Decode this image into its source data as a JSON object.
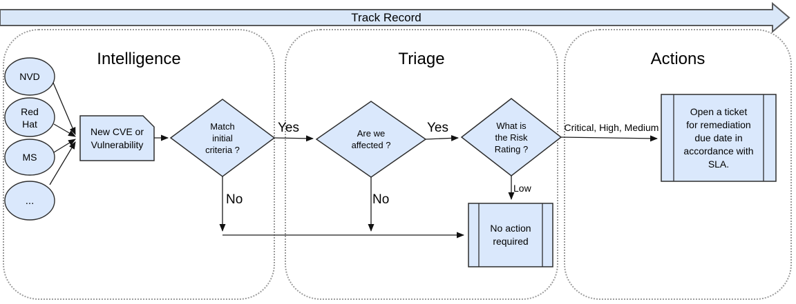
{
  "banner": {
    "label": "Track Record"
  },
  "sections": {
    "intelligence": "Intelligence",
    "triage": "Triage",
    "actions": "Actions"
  },
  "sources": {
    "nvd": "NVD",
    "redhat": "Red\nHat",
    "ms": "MS",
    "more": "..."
  },
  "nodes": {
    "new_cve": "New CVE or\nVulnerability",
    "match_criteria": "Match\ninitial\ncriteria ?",
    "affected": "Are we\naffected ?",
    "risk_rating": "What is\nthe Risk\nRating ?",
    "no_action": "No action\nrequired",
    "open_ticket": "Open a ticket\nfor remediation\ndue date in\naccordance with\nSLA."
  },
  "edge_labels": {
    "yes_match": "Yes",
    "yes_affected": "Yes",
    "no_match": "No",
    "no_affected": "No",
    "low": "Low",
    "critical_high_medium": "Critical, High, Medium"
  },
  "colors": {
    "shape_fill": "#dae8fc",
    "shape_stroke": "#2d2d2d",
    "banner_fill": "#d9e7f8",
    "banner_stroke": "#58595b",
    "container_border": "#9a9a9a",
    "connector": "#1a1a1a"
  }
}
